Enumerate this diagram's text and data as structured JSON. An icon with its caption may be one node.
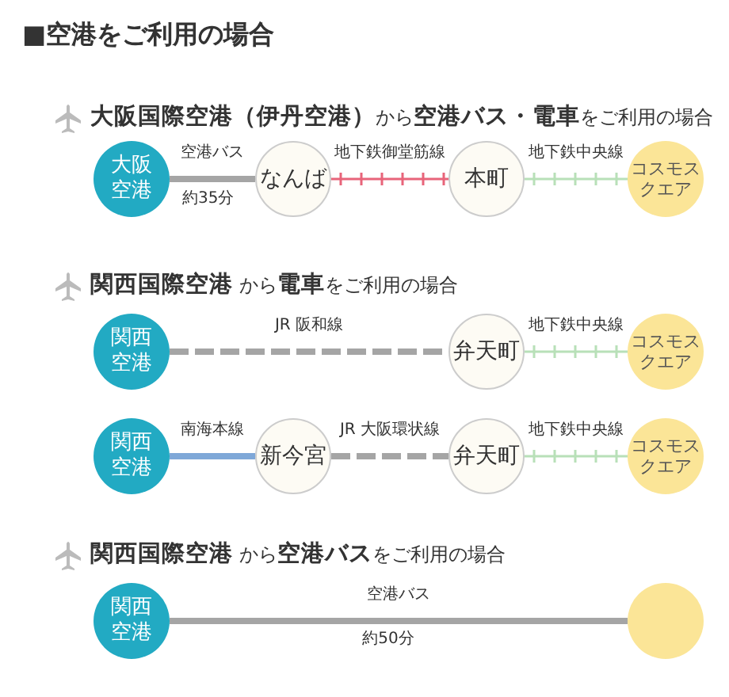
{
  "diagram": {
    "title": "■空港をご利用の場合",
    "nodes": [
      {
        "text": [
          "大阪空港"
        ]
      },
      {
        "text": [
          "なんば"
        ]
      },
      {
        "text": [
          "本町"
        ]
      },
      {
        "text": [
          "コスモスクエア"
        ]
      },
      {
        "text": [
          "関西空港"
        ]
      },
      {
        "text": [
          "弁天町"
        ]
      },
      {
        "text": [
          "コスモスクエア"
        ]
      },
      {
        "text": [
          "関西空港"
        ]
      },
      {
        "text": [
          "新今宮"
        ]
      },
      {
        "text": [
          "弁天町"
        ]
      },
      {
        "text": [
          "コスモスクエア"
        ]
      },
      {
        "text": [
          "関西空港"
        ]
      },
      {
        "text": [],
        "shape": "circle"
      }
    ],
    "edges": [
      {
        "from": 0,
        "to": 1,
        "arrow": "none",
        "label": "空港バス"
      },
      {
        "from": 1,
        "to": 2,
        "arrow": "none",
        "label": "地下鉄御堂筋線",
        "color": "#e8647a"
      },
      {
        "from": 2,
        "to": 3,
        "arrow": "none",
        "label": "地下鉄中央線",
        "color": "#b8e0b8"
      },
      {
        "from": 4,
        "to": 5,
        "arrow": "none",
        "label": "JR 阪和線",
        "style": "dashed"
      },
      {
        "from": 5,
        "to": 6,
        "arrow": "none",
        "label": "地下鉄中央線",
        "color": "#b8e0b8"
      },
      {
        "from": 7,
        "to": 8,
        "arrow": "none",
        "label": "南海本線",
        "color": "#7fa8d8"
      },
      {
        "from": 8,
        "to": 9,
        "arrow": "none",
        "label": "JR 大阪環状線",
        "style": "dashed"
      },
      {
        "from": 9,
        "to": 10,
        "arrow": "none",
        "label": "地下鉄中央線",
        "color": "#b8e0b8"
      },
      {
        "from": 11,
        "to": 12,
        "arrow": "none",
        "label": "空港バス"
      }
    ],
    "labels": [
      "**大阪国際空港（伊丹空港）**から**空港バス・電車**をご利用の場合",
      "約35分",
      "**関西国際空港** から**電車**をご利用の場合",
      "**関西国際空港** から**空港バス**をご利用の場合",
      "約50分"
    ]
  }
}
